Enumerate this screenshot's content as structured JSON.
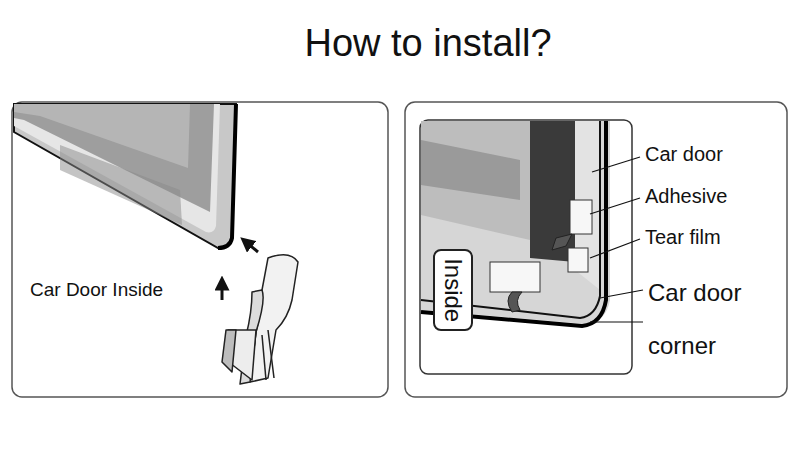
{
  "diagram": {
    "title": "How to install?",
    "nodes": [
      {
        "text": [
          "Inside"
        ]
      }
    ],
    "labels": [
      "Car Door Inside",
      "Car door",
      "Adhesive",
      "Tear film",
      "Car door corner"
    ]
  }
}
